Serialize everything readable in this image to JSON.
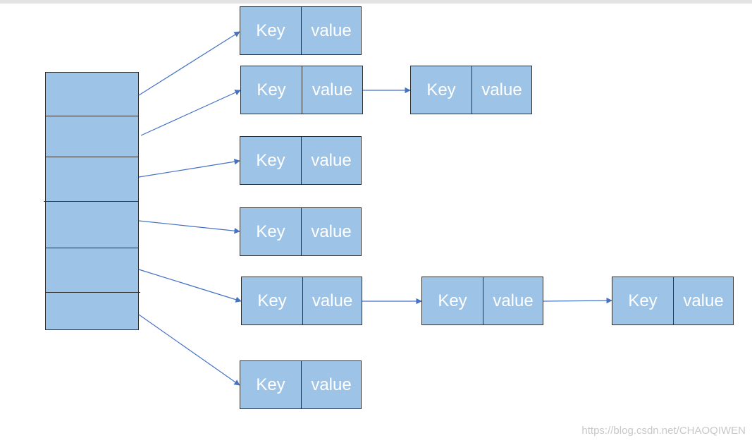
{
  "node_key_label": "Key",
  "node_value_label": "value",
  "colors": {
    "node_fill": "#9dc3e6",
    "border": "#2f2f2f",
    "arrow": "#4472c4",
    "text": "#ffffff"
  },
  "bucket_count": 6,
  "buckets": [
    {
      "chain": [
        {
          "key": "Key",
          "value": "value"
        }
      ]
    },
    {
      "chain": [
        {
          "key": "Key",
          "value": "value"
        },
        {
          "key": "Key",
          "value": "value"
        }
      ]
    },
    {
      "chain": [
        {
          "key": "Key",
          "value": "value"
        }
      ]
    },
    {
      "chain": [
        {
          "key": "Key",
          "value": "value"
        }
      ]
    },
    {
      "chain": [
        {
          "key": "Key",
          "value": "value"
        },
        {
          "key": "Key",
          "value": "value"
        },
        {
          "key": "Key",
          "value": "value"
        }
      ]
    },
    {
      "chain": [
        {
          "key": "Key",
          "value": "value"
        }
      ]
    }
  ],
  "watermark": "https://blog.csdn.net/CHAOQIWEN"
}
